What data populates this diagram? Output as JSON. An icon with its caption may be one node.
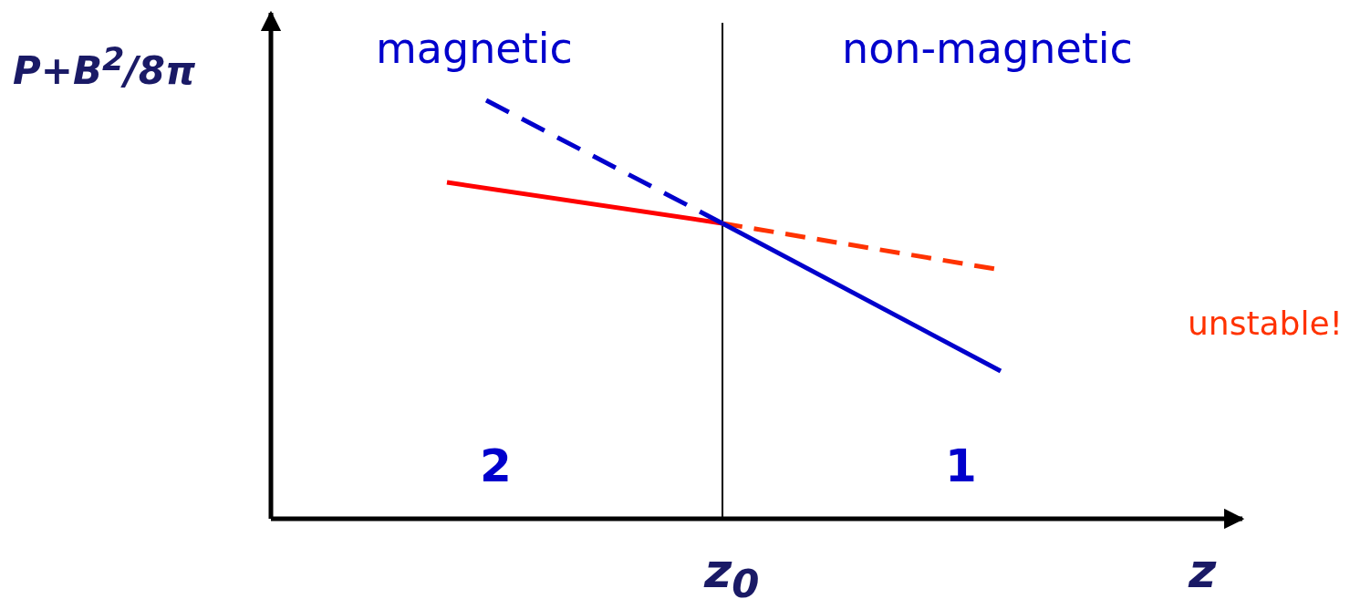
{
  "diagram": {
    "labels": [
      "magnetic",
      "non-magnetic",
      "P+B$^{2}$/8π",
      "unstable!",
      "2",
      "1",
      "z$_{0}$",
      "z"
    ]
  }
}
